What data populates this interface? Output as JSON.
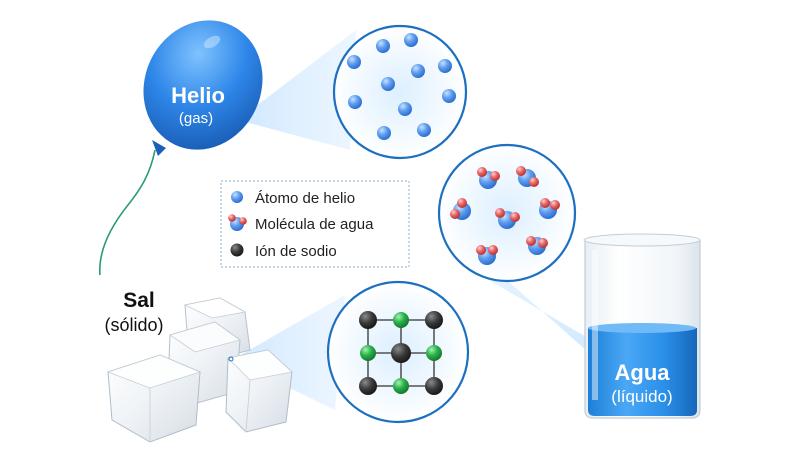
{
  "balloon": {
    "title": "Helio",
    "state": "(gas)"
  },
  "salt": {
    "title": "Sal",
    "state": "(sólido)"
  },
  "water": {
    "title": "Agua",
    "state": "(líquido)"
  },
  "legend": {
    "items": [
      {
        "label": "Átomo de helio",
        "icon": "helium-atom-icon"
      },
      {
        "label": "Molécula de agua",
        "icon": "water-molecule-icon"
      },
      {
        "label": "Ión de sodio",
        "icon": "sodium-ion-icon"
      }
    ]
  },
  "colors": {
    "helium": "#4f8fe6",
    "water_blue": "#5b9ef0",
    "oxygen_red": "#e05a5a",
    "sodium": "#3a3a3a",
    "chloride": "#2bb34b",
    "balloon": "#2e86e8",
    "liquid": "#2a8fe8",
    "circle_border": "#1d6fc0"
  }
}
